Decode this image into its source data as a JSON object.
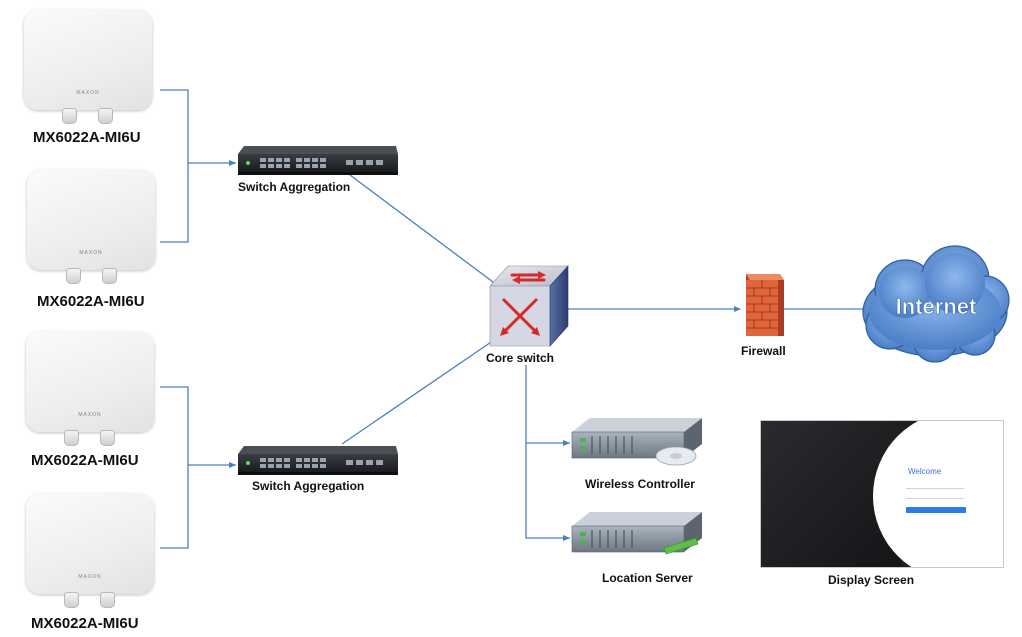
{
  "access_points": [
    {
      "label": "MX6022A-MI6U",
      "brand": "MAXON"
    },
    {
      "label": "MX6022A-MI6U",
      "brand": "MAXON"
    },
    {
      "label": "MX6022A-MI6U",
      "brand": "MAXON"
    },
    {
      "label": "MX6022A-MI6U",
      "brand": "MAXON"
    }
  ],
  "switches": [
    {
      "label": "Switch Aggregation"
    },
    {
      "label": "Switch Aggregation"
    }
  ],
  "core_switch": {
    "label": "Core switch"
  },
  "firewall": {
    "label": "Firewall"
  },
  "internet": {
    "label": "Internet"
  },
  "servers": [
    {
      "label": "Wireless Controller"
    },
    {
      "label": "Location Server"
    }
  ],
  "display": {
    "label": "Display Screen",
    "welcome": "Welcome"
  },
  "colors": {
    "link": "#4a7fc0",
    "cloud": "#4f86cc",
    "firewall": "#e0663a"
  }
}
